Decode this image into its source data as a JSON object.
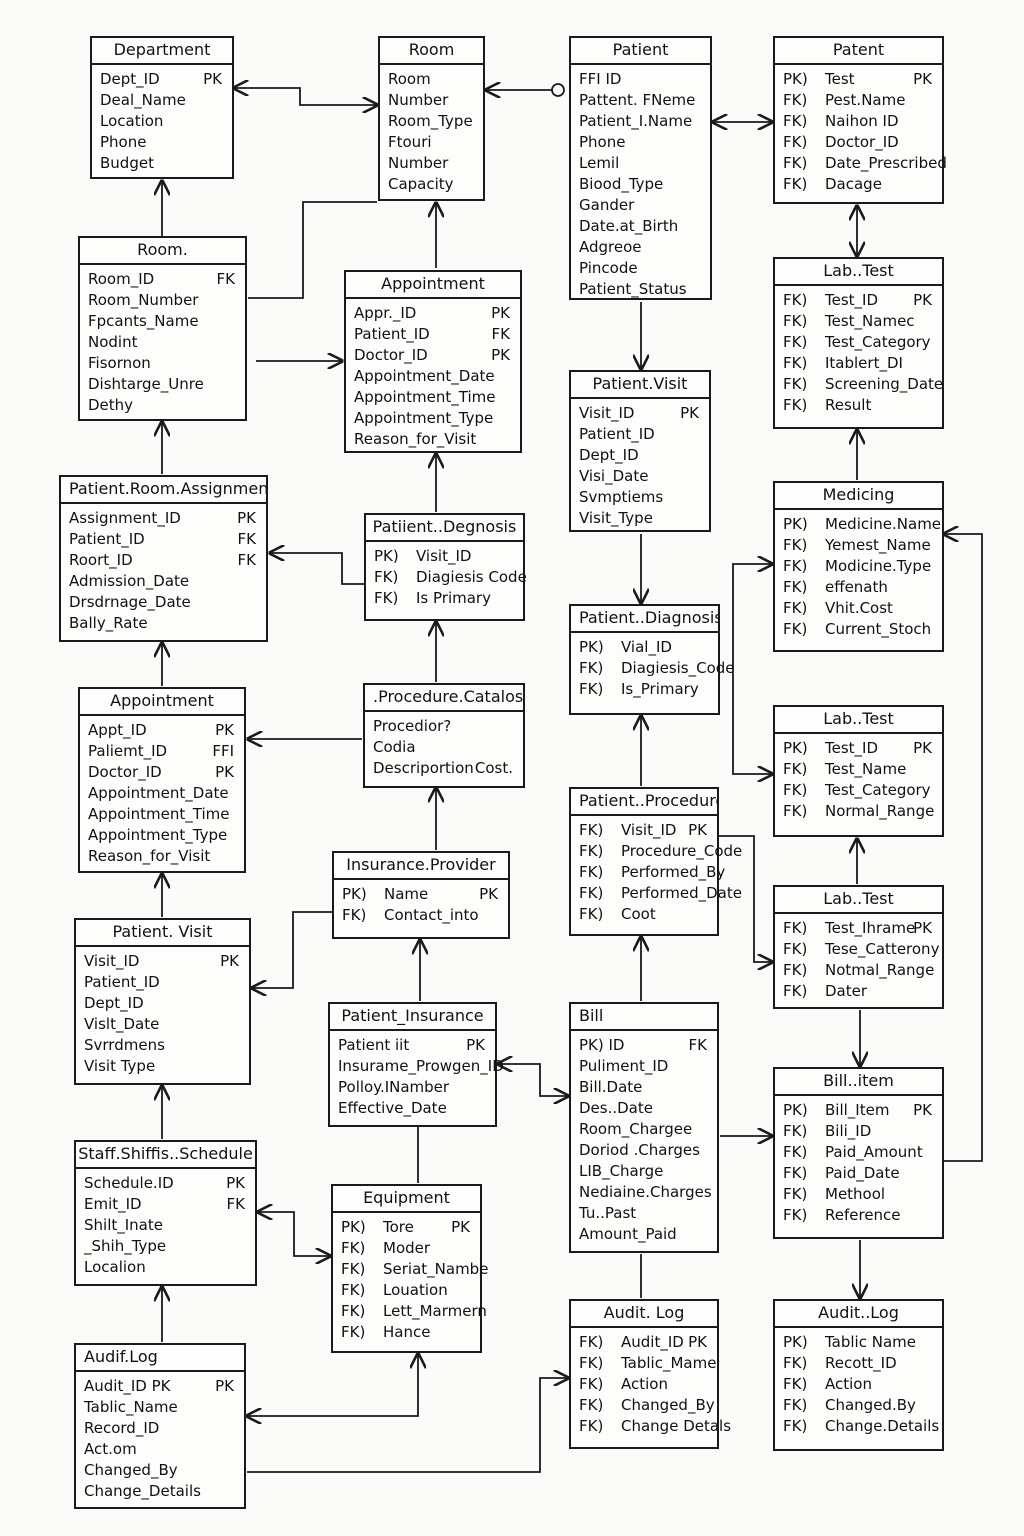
{
  "diagram": {
    "entities": [
      {
        "id": "e01",
        "title": "Department",
        "prefixed": false,
        "rows": [
          {
            "name": "Dept_ID",
            "key": "PK"
          },
          {
            "name": "Deal_Name"
          },
          {
            "name": "Location"
          },
          {
            "name": "Phone"
          },
          {
            "name": "Budget"
          }
        ]
      },
      {
        "id": "e02",
        "title": "Room",
        "prefixed": false,
        "rows": [
          {
            "name": "Room"
          },
          {
            "name": "Number"
          },
          {
            "name": "Room_Type"
          },
          {
            "name": "Ftouri"
          },
          {
            "name": "Number"
          },
          {
            "name": "Capacity"
          }
        ]
      },
      {
        "id": "e03",
        "title": "Patient",
        "prefixed": false,
        "rows": [
          {
            "name": "FFI ID"
          },
          {
            "name": "Pattent. FNeme"
          },
          {
            "name": "Patient_I.Name"
          },
          {
            "name": "Phone"
          },
          {
            "name": "Lemil"
          },
          {
            "name": "Biood_Type"
          },
          {
            "name": "Gander"
          },
          {
            "name": "Date.at_Birth"
          },
          {
            "name": "Adgreoe"
          },
          {
            "name": "Pincode"
          },
          {
            "name": "Patient_Status"
          }
        ]
      },
      {
        "id": "e04",
        "title": "Patent",
        "prefixed": true,
        "rows": [
          {
            "pre": "PK)",
            "name": "Test",
            "key": "PK"
          },
          {
            "pre": "FK)",
            "name": "Pest.Name"
          },
          {
            "pre": "FK)",
            "name": "Naihon ID"
          },
          {
            "pre": "FK)",
            "name": "Doctor_ID"
          },
          {
            "pre": "FK)",
            "name": "Date_Prescribed"
          },
          {
            "pre": "FK)",
            "name": "Dacage"
          }
        ]
      },
      {
        "id": "e05",
        "title": "Room.",
        "prefixed": false,
        "rows": [
          {
            "name": "Room_ID",
            "key": "FK"
          },
          {
            "name": "Room_Number"
          },
          {
            "name": "Fpcants_Name"
          },
          {
            "name": "Nodint"
          },
          {
            "name": "Fisornon"
          },
          {
            "name": "Dishtarge_Unre"
          },
          {
            "name": "Dethy"
          }
        ]
      },
      {
        "id": "e06",
        "title": "Appointment",
        "prefixed": false,
        "rows": [
          {
            "name": "Appr._ID",
            "key": "PK"
          },
          {
            "name": "Patient_ID",
            "key": "FK"
          },
          {
            "name": "Doctor_ID",
            "key": "PK"
          },
          {
            "name": "Appointment_Date"
          },
          {
            "name": "Appointment_Time"
          },
          {
            "name": "Appointment_Type"
          },
          {
            "name": "Reason_for_Visit"
          }
        ]
      },
      {
        "id": "e07",
        "title": "Patient.Visit",
        "prefixed": false,
        "rows": [
          {
            "name": "Visit_ID",
            "key": "PK"
          },
          {
            "name": "Patient_ID"
          },
          {
            "name": "Dept_ID"
          },
          {
            "name": "Visi_Date"
          },
          {
            "name": "Svmptiems"
          },
          {
            "name": "Visit_Type"
          }
        ]
      },
      {
        "id": "e08",
        "title": "Lab..Test",
        "prefixed": true,
        "rows": [
          {
            "pre": "FK)",
            "name": "Test_ID",
            "key": "PK"
          },
          {
            "pre": "FK)",
            "name": "Test_Namec"
          },
          {
            "pre": "FK)",
            "name": "Test_Category"
          },
          {
            "pre": "FK)",
            "name": "Itablert_DI"
          },
          {
            "pre": "FK)",
            "name": "Screening_Date"
          },
          {
            "pre": "FK)",
            "name": "Result"
          }
        ]
      },
      {
        "id": "e09",
        "title": "Patient.Room.Assignment",
        "prefixed": false,
        "left": true,
        "rows": [
          {
            "name": "Assignment_ID",
            "key": "PK"
          },
          {
            "name": "Patient_ID",
            "key": "FK"
          },
          {
            "name": "Roort_ID",
            "key": "FK"
          },
          {
            "name": "Admission_Date"
          },
          {
            "name": "Drsdrnage_Date"
          },
          {
            "name": "Bally_Rate"
          }
        ]
      },
      {
        "id": "e10",
        "title": "Patiient..Degnosis",
        "prefixed": true,
        "rows": [
          {
            "pre": "PK)",
            "name": "Visit_ID"
          },
          {
            "pre": "FK)",
            "name": "Diagiesis Code"
          },
          {
            "pre": "FK)",
            "name": "Is Primary"
          }
        ]
      },
      {
        "id": "e11",
        "title": "Medicing",
        "prefixed": true,
        "rows": [
          {
            "pre": "PK)",
            "name": "Medicine.Name"
          },
          {
            "pre": "FK)",
            "name": "Yemest_Name"
          },
          {
            "pre": "FK)",
            "name": "Modicine.Type"
          },
          {
            "pre": "FK)",
            "name": "effenath"
          },
          {
            "pre": "FK)",
            "name": "Vhit.Cost"
          },
          {
            "pre": "FK)",
            "name": "Current_Stoch"
          }
        ]
      },
      {
        "id": "e12",
        "title": "Patient..Diagnosis",
        "prefixed": true,
        "left": true,
        "rows": [
          {
            "pre": "PK)",
            "name": "Vial_ID"
          },
          {
            "pre": "FK)",
            "name": "Diagiesis_Code"
          },
          {
            "pre": "FK)",
            "name": "Is_Primary"
          }
        ]
      },
      {
        "id": "e13",
        "title": "Appointment",
        "prefixed": false,
        "rows": [
          {
            "name": "Appt_ID",
            "key": "PK"
          },
          {
            "name": "Paliemt_ID",
            "key": "FFI"
          },
          {
            "name": "Doctor_ID",
            "key": "PK"
          },
          {
            "name": "Appointment_Date"
          },
          {
            "name": "Appointment_Time"
          },
          {
            "name": "Appointment_Type"
          },
          {
            "name": "Reason_for_Visit"
          }
        ]
      },
      {
        "id": "e14",
        "title": ".Procedure.Catalos",
        "prefixed": false,
        "left": true,
        "rows": [
          {
            "name": "Procedior?"
          },
          {
            "name": "Codia"
          },
          {
            "name": "Descriportion",
            "key": "Cost."
          }
        ]
      },
      {
        "id": "e15",
        "title": "Lab..Test",
        "prefixed": true,
        "rows": [
          {
            "pre": "PK)",
            "name": "Test_ID",
            "key": "PK"
          },
          {
            "pre": "FK)",
            "name": "Test_Name"
          },
          {
            "pre": "FK)",
            "name": "Test_Category"
          },
          {
            "pre": "FK)",
            "name": "Normal_Range"
          }
        ]
      },
      {
        "id": "e16",
        "title": "Patient..Procedure",
        "prefixed": true,
        "left": true,
        "rows": [
          {
            "pre": "FK)",
            "name": "Visit_ID",
            "key": "PK"
          },
          {
            "pre": "FK)",
            "name": "Procedure_Code"
          },
          {
            "pre": "FK)",
            "name": "Performed_By"
          },
          {
            "pre": "FK)",
            "name": "Performed_Date"
          },
          {
            "pre": "FK)",
            "name": "Coot"
          }
        ]
      },
      {
        "id": "e17",
        "title": "Insurance.Provider",
        "prefixed": true,
        "rows": [
          {
            "pre": "PK)",
            "name": "Name",
            "key": "PK"
          },
          {
            "pre": "FK)",
            "name": "Contact_into"
          }
        ]
      },
      {
        "id": "e18",
        "title": "Lab..Test",
        "prefixed": true,
        "rows": [
          {
            "pre": "FK)",
            "name": "Test_Ihrame",
            "key": "PK"
          },
          {
            "pre": "FK)",
            "name": "Tese_Catterony"
          },
          {
            "pre": "FK)",
            "name": "Notmal_Range"
          },
          {
            "pre": "FK)",
            "name": "Dater"
          }
        ]
      },
      {
        "id": "e19",
        "title": "Patient. Visit",
        "prefixed": false,
        "rows": [
          {
            "name": "Visit_ID",
            "key": "PK"
          },
          {
            "name": "Patient_ID"
          },
          {
            "name": "Dept_ID"
          },
          {
            "name": "Vislt_Date"
          },
          {
            "name": "Svrrdmens"
          },
          {
            "name": "Visit Type"
          }
        ]
      },
      {
        "id": "e20",
        "title": "Patient_Insurance",
        "prefixed": false,
        "rows": [
          {
            "name": "Patient iit",
            "key": "PK"
          },
          {
            "name": "Insurame_Prowgen_ID"
          },
          {
            "name": "Polloy.INamber"
          },
          {
            "name": "Effective_Date"
          }
        ]
      },
      {
        "id": "e21",
        "title": "Bill",
        "prefixed": false,
        "left": true,
        "rows": [
          {
            "name": "PK)  ID",
            "key": "FK"
          },
          {
            "name": "Puliment_ID"
          },
          {
            "name": "Bill.Date"
          },
          {
            "name": "Des..Date"
          },
          {
            "name": "Room_Chargee"
          },
          {
            "name": "Doriod .Charges"
          },
          {
            "name": "LIB_Charge"
          },
          {
            "name": "Nediaine.Charges"
          },
          {
            "name": "Tu..Past"
          },
          {
            "name": "Amount_Paid"
          }
        ]
      },
      {
        "id": "e22",
        "title": "Bill..item",
        "prefixed": true,
        "rows": [
          {
            "pre": "PK)",
            "name": "Bill_Item",
            "key": "PK"
          },
          {
            "pre": "FK)",
            "name": "Bili_ID"
          },
          {
            "pre": "FK)",
            "name": "Paid_Amount"
          },
          {
            "pre": "FK)",
            "name": "Paid_Date"
          },
          {
            "pre": "FK)",
            "name": "Methool"
          },
          {
            "pre": "FK)",
            "name": "Reference"
          }
        ]
      },
      {
        "id": "e23",
        "title": "Staff.Shiffis..Schedule",
        "prefixed": false,
        "rows": [
          {
            "name": "Schedule.ID",
            "key": "PK"
          },
          {
            "name": "Emit_ID",
            "key": "FK"
          },
          {
            "name": "Shilt_Inate"
          },
          {
            "name": "_Shih_Type"
          },
          {
            "name": "Localion"
          }
        ]
      },
      {
        "id": "e24",
        "title": "Equipment",
        "prefixed": true,
        "rows": [
          {
            "pre": "PK)",
            "name": "Tore",
            "key": "PK"
          },
          {
            "pre": "FK)",
            "name": "Moder"
          },
          {
            "pre": "FK)",
            "name": "Seriat_Nambe"
          },
          {
            "pre": "FK)",
            "name": "Louation"
          },
          {
            "pre": "FK)",
            "name": "Lett_Marmern"
          },
          {
            "pre": "FK)",
            "name": "Hance"
          }
        ]
      },
      {
        "id": "e25",
        "title": "Audit. Log",
        "prefixed": true,
        "rows": [
          {
            "pre": "FK)",
            "name": "Audit_ID",
            "key": "PK"
          },
          {
            "pre": "FK)",
            "name": "Tablic_Mame"
          },
          {
            "pre": "FK)",
            "name": "Action"
          },
          {
            "pre": "FK)",
            "name": "Changed_By"
          },
          {
            "pre": "FK)",
            "name": "Change Detals"
          }
        ]
      },
      {
        "id": "e26",
        "title": "Audit..Log",
        "prefixed": true,
        "rows": [
          {
            "pre": "PK)",
            "name": "Tablic Name"
          },
          {
            "pre": "FK)",
            "name": "Recott_ID"
          },
          {
            "pre": "FK)",
            "name": "Action"
          },
          {
            "pre": "FK)",
            "name": "Changed.By"
          },
          {
            "pre": "FK)",
            "name": "Change.Details"
          }
        ]
      },
      {
        "id": "e27",
        "title": "Audif.Log",
        "prefixed": false,
        "left": true,
        "rows": [
          {
            "name": "Audit_ID   PK",
            "key": "PK"
          },
          {
            "name": "Tablic_Name"
          },
          {
            "name": "Record_ID"
          },
          {
            "name": "Act.om"
          },
          {
            "name": "Changed_By"
          },
          {
            "name": "Change_Details"
          }
        ]
      }
    ]
  }
}
